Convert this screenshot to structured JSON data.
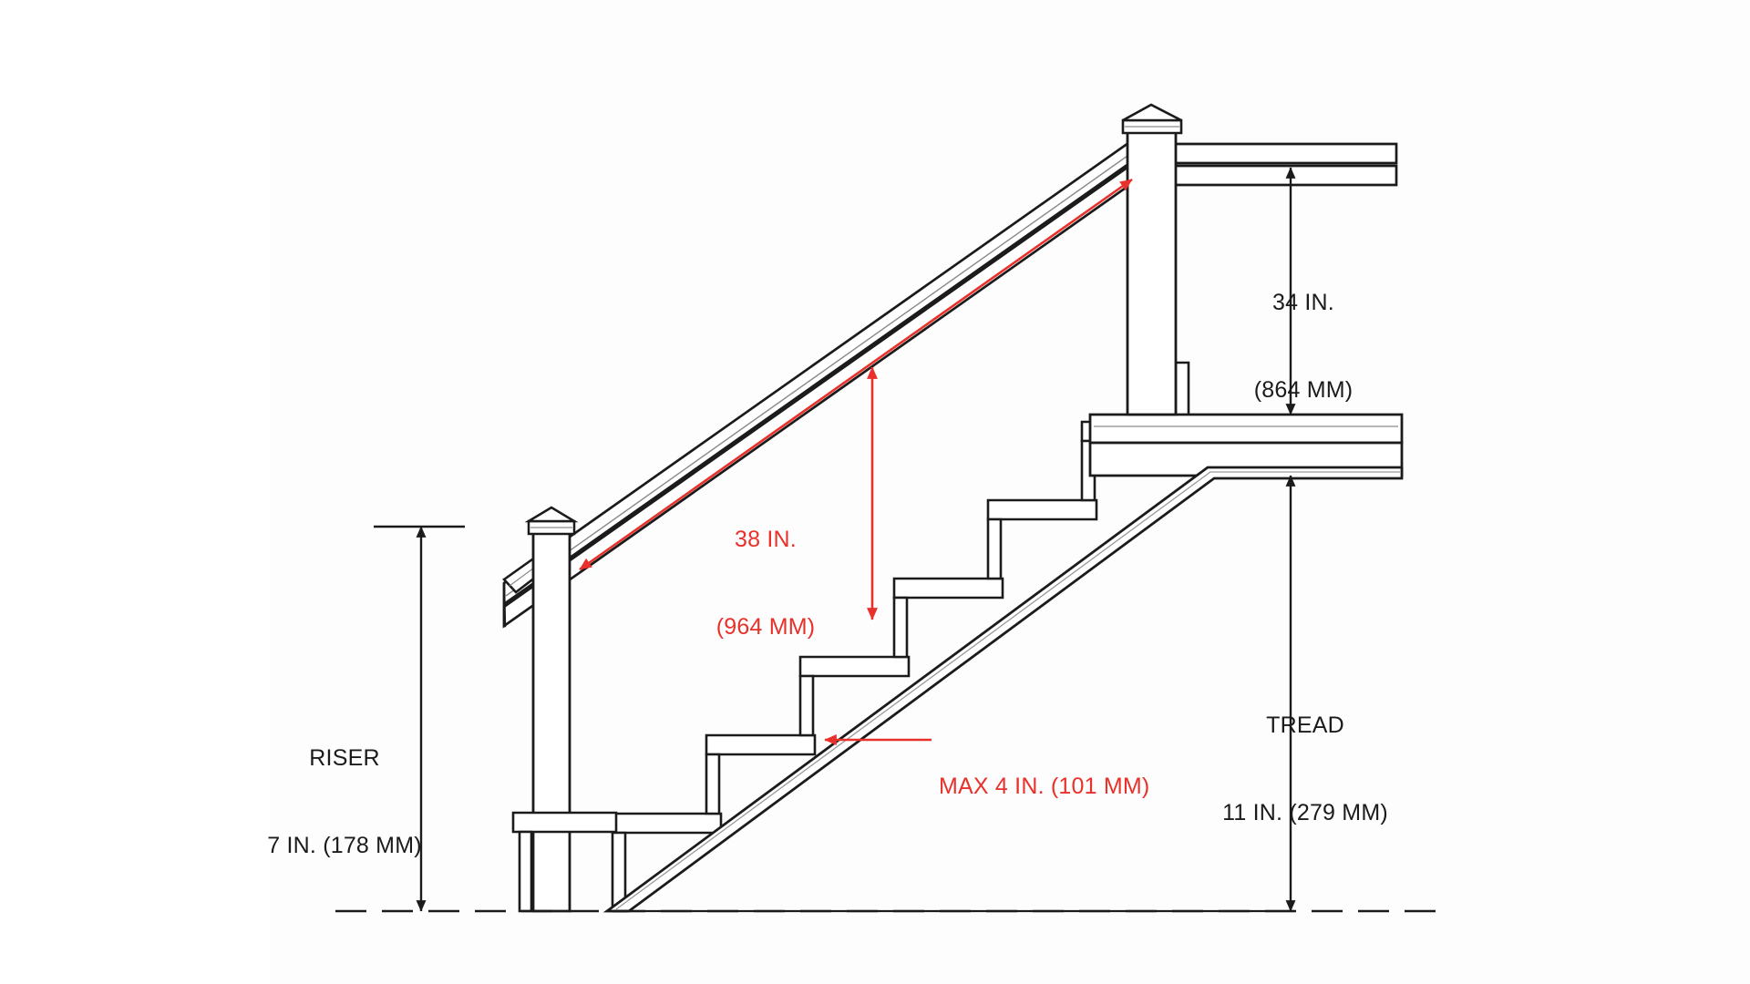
{
  "diagram": {
    "title": "Stair and guardrail dimension cross-section",
    "background_color": "#ffffff",
    "line_color": "#1b1b1b",
    "accent_color": "#e8312a"
  },
  "annotations": {
    "riser": {
      "name": "RISER",
      "value_line1": "RISER",
      "value_line2": "7 IN. (178 MM)",
      "inches": 7,
      "millimeters": 178,
      "color": "#1b1b1b"
    },
    "guard_height": {
      "value_line1": "34 IN.",
      "value_line2": "(864 MM)",
      "inches": 34,
      "millimeters": 864,
      "color": "#1b1b1b"
    },
    "handrail_height": {
      "value_line1": "38 IN.",
      "value_line2": "(964 MM)",
      "inches": 38,
      "millimeters": 964,
      "color": "#e8312a"
    },
    "tread": {
      "name": "TREAD",
      "value_line1": "TREAD",
      "value_line2": "11 IN. (279 MM)",
      "inches": 11,
      "millimeters": 279,
      "color": "#1b1b1b"
    },
    "max_gap": {
      "value_line1": "MAX 4 IN. (101 MM)",
      "inches": 4,
      "millimeters": 101,
      "color": "#e8312a"
    }
  }
}
